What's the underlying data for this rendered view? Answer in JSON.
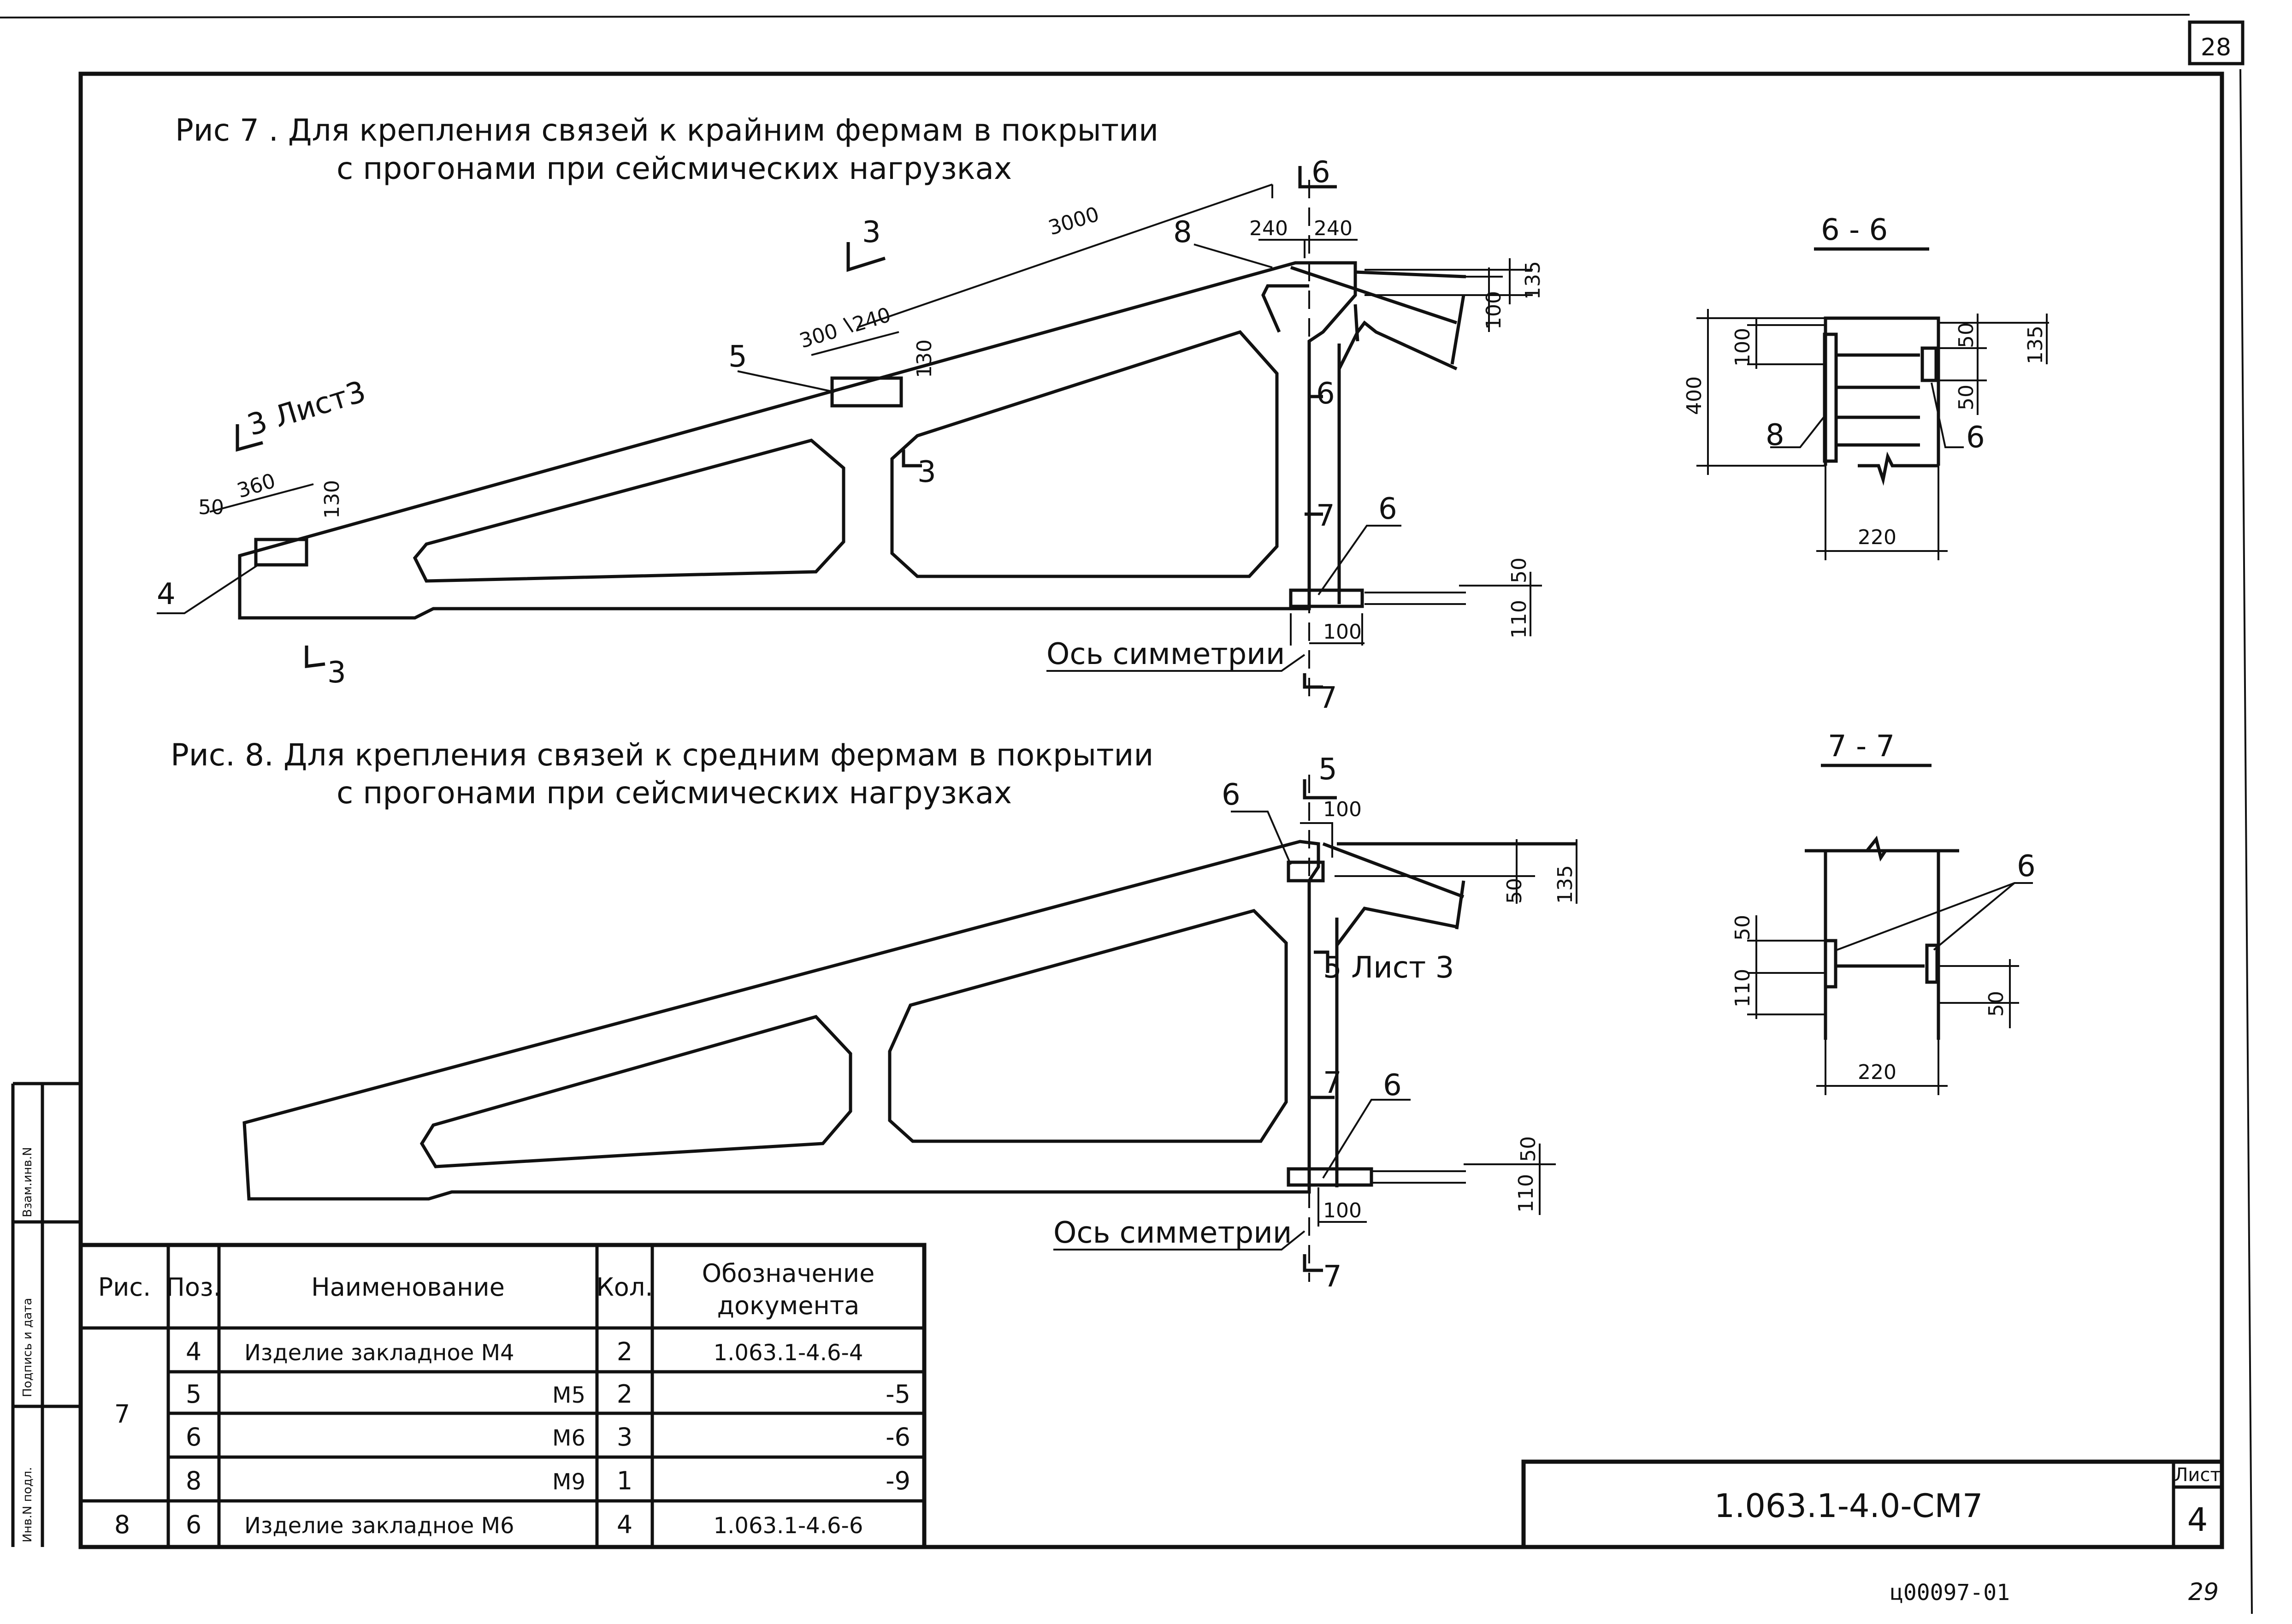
{
  "sheet": {
    "corner_number": "28",
    "designation": "1.063.1-4.0-CM7",
    "sheet_label": "Лист",
    "sheet_number": "4",
    "archive_code": "ц00097-01",
    "page_number": "29"
  },
  "side_stamp": {
    "inv_podl": "Инв.N подл.",
    "podpis_data": "Подпись и дата",
    "vzam_inv": "Взам.инв.N"
  },
  "fig7": {
    "caption_line1": "Рис 7 . Для крепления связей к крайним фермам в покрытии",
    "caption_line2": "с прогонами при сейсмических нагрузках",
    "dims": {
      "d3000": "3000",
      "d240a": "240",
      "d240b": "240",
      "d135": "135",
      "d100": "100",
      "d300": "300",
      "d240c": "240",
      "d130a": "130",
      "d50": "50",
      "d360": "360",
      "d130b": "130",
      "d50b": "50",
      "d110": "110",
      "d100b": "100"
    },
    "labels": {
      "sec6_top": "6",
      "sec6_bot": "6",
      "sec3_top": "3",
      "sec3_list": "3 Лист3",
      "sec3_mid": "3",
      "sec3_bot": "3",
      "sec7_top": "7",
      "sec7_bot": "7",
      "pos8": "8",
      "pos5": "5",
      "pos4": "4",
      "pos6": "6",
      "axis": "Ось симметрии"
    }
  },
  "fig8": {
    "caption_line1": "Рис. 8.  Для крепления связей к средним фермам в покрытии",
    "caption_line2": "с прогонами при сейсмических нагрузках",
    "dims": {
      "d100a": "100",
      "d50a": "50",
      "d135": "135",
      "d110": "110",
      "d50b": "50",
      "d100b": "100"
    },
    "labels": {
      "pos6a": "6",
      "sec5_top": "5",
      "sec5_list": "5  Лист 3",
      "sec7_top": "7",
      "pos6b": "6",
      "sec7_bot": "7",
      "axis": "Ось симметрии"
    }
  },
  "section66": {
    "title": "6 - 6",
    "dims": {
      "d400": "400",
      "d100": "100",
      "d50a": "50",
      "d135": "135",
      "d50b": "50",
      "d220": "220"
    },
    "labels": {
      "pos8": "8",
      "pos6": "6"
    }
  },
  "section77": {
    "title": "7 - 7",
    "dims": {
      "d50a": "50",
      "d110": "110",
      "d50b": "50",
      "d220": "220"
    },
    "labels": {
      "pos6": "6"
    }
  },
  "spec_table": {
    "headers": [
      "Рис.",
      "Поз.",
      "Наименование",
      "Кол.",
      "Обозначение",
      "документа"
    ],
    "group7": "7",
    "group8": "8",
    "rows": [
      {
        "poz": "4",
        "name": "Изделие закладное  М4",
        "kol": "2",
        "doc": "1.063.1-4.6-4"
      },
      {
        "poz": "5",
        "name": "М5",
        "kol": "2",
        "doc": "-5"
      },
      {
        "poz": "6",
        "name": "М6",
        "kol": "3",
        "doc": "-6"
      },
      {
        "poz": "8",
        "name": "М9",
        "kol": "1",
        "doc": "-9"
      },
      {
        "poz": "6",
        "name": "Изделие закладное  М6",
        "kol": "4",
        "doc": "1.063.1-4.6-6"
      }
    ]
  }
}
